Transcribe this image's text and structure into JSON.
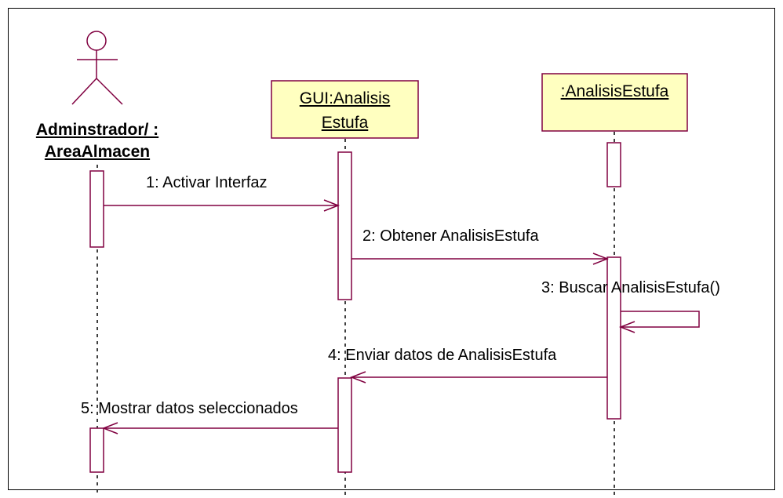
{
  "colors": {
    "line": "#800040",
    "box_fill": "#ffffc0",
    "lifeline": "#000000"
  },
  "actor": {
    "line1": "Adminstrador/ :",
    "line2": "AreaAlmacen"
  },
  "objects": [
    {
      "line1": "GUI:Analisis",
      "line2": "Estufa"
    },
    {
      "line1": ":AnalisisEstufa",
      "line2": ""
    }
  ],
  "messages": [
    {
      "label": "1: Activar Interfaz"
    },
    {
      "label": "2: Obtener AnalisisEstufa"
    },
    {
      "label": "3: Buscar AnalisisEstufa()"
    },
    {
      "label": "4: Enviar datos de AnalisisEstufa"
    },
    {
      "label": "5: Mostrar datos seleccionados"
    }
  ]
}
